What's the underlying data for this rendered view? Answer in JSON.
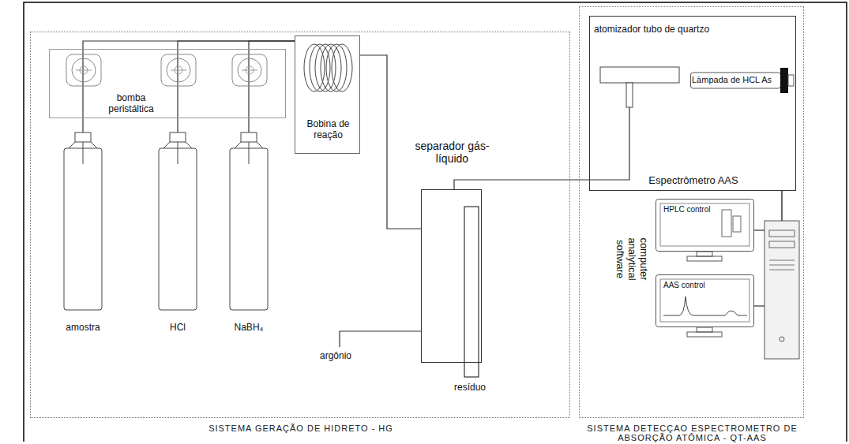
{
  "diagram": {
    "nodes": [
      {
        "text": [
          "SISTEMA GERAÇÃO DE HIDRETO - HG"
        ]
      },
      {
        "text": [
          "bomba peristáltica"
        ],
        "in": 0
      },
      {
        "text": [
          "amostra"
        ],
        "in": 0
      },
      {
        "text": [
          "HCl"
        ],
        "in": 0
      },
      {
        "text": [
          "NaBH₄"
        ],
        "in": 0
      },
      {
        "text": [
          "Bobina de reação"
        ],
        "in": 0
      },
      {
        "text": [
          "separador gás-líquido"
        ],
        "in": 0
      },
      {
        "text": [
          "SISTEMA DETECÇAO ESPECTROMETRO DE ABSORÇÃO ATÔMICA - QT-AAS"
        ]
      },
      {
        "text": [
          "Espectrômetro AAS"
        ],
        "in": 7
      },
      {
        "text": [
          "atomizador tubo de quartzo"
        ],
        "in": 8
      },
      {
        "text": [
          "Lämpada de HCL As"
        ],
        "in": 8
      },
      {
        "text": [
          "HPLC control"
        ],
        "in": 7
      },
      {
        "text": [
          "AAS control"
        ],
        "in": 7
      }
    ],
    "edges": [
      {
        "from": 2,
        "to": 5,
        "arrow": "none"
      },
      {
        "from": 3,
        "to": 5,
        "arrow": "none"
      },
      {
        "from": 4,
        "to": 5,
        "arrow": "none"
      },
      {
        "from": 5,
        "to": 6,
        "arrow": "none"
      },
      {
        "from": 6,
        "to": 9,
        "arrow": "none"
      }
    ],
    "labels": [
      "argônio",
      "resíduo",
      "computer analytical software"
    ]
  }
}
